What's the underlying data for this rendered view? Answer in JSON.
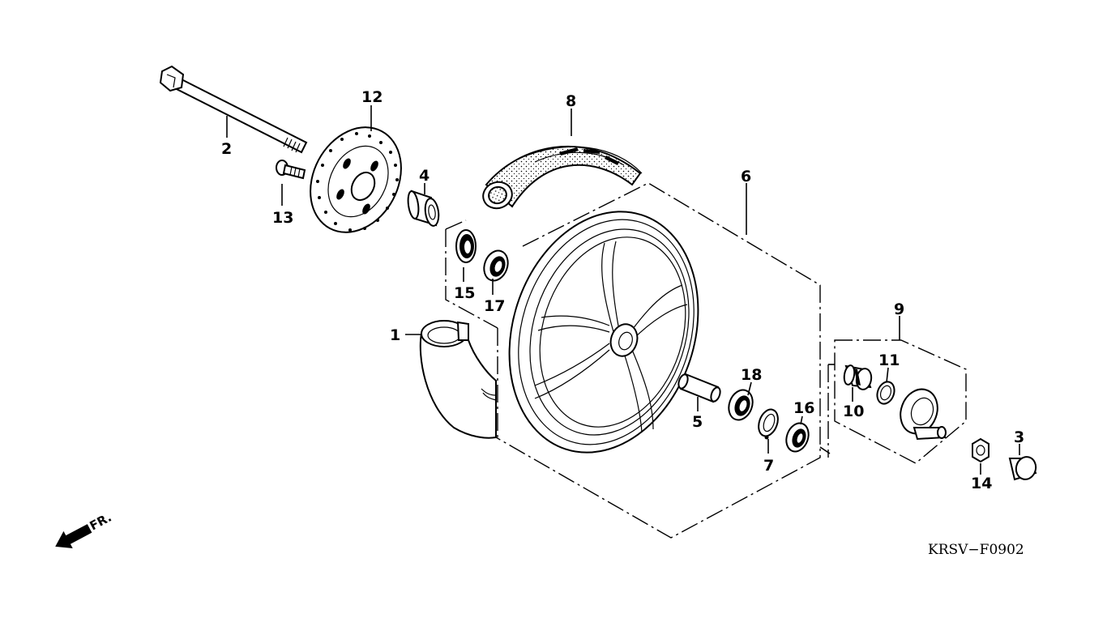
{
  "diagram": {
    "code": "KRSV−F0902",
    "direction_label": "FR."
  },
  "parts": [
    {
      "no": "1",
      "name": "front-fender-side"
    },
    {
      "no": "2",
      "name": "front-axle"
    },
    {
      "no": "3",
      "name": "axle-cap"
    },
    {
      "no": "4",
      "name": "side-collar"
    },
    {
      "no": "5",
      "name": "distance-collar"
    },
    {
      "no": "6",
      "name": "front-wheel"
    },
    {
      "no": "7",
      "name": "retainer-ring"
    },
    {
      "no": "8",
      "name": "front-tire"
    },
    {
      "no": "9",
      "name": "speedometer-gearbox"
    },
    {
      "no": "10",
      "name": "gear-retainer"
    },
    {
      "no": "11",
      "name": "o-ring"
    },
    {
      "no": "12",
      "name": "brake-disk"
    },
    {
      "no": "13",
      "name": "disk-bolt"
    },
    {
      "no": "14",
      "name": "axle-nut"
    },
    {
      "no": "15",
      "name": "dust-seal"
    },
    {
      "no": "16",
      "name": "dust-seal-right"
    },
    {
      "no": "17",
      "name": "radial-ball-bearing-left"
    },
    {
      "no": "18",
      "name": "radial-ball-bearing-right"
    }
  ]
}
